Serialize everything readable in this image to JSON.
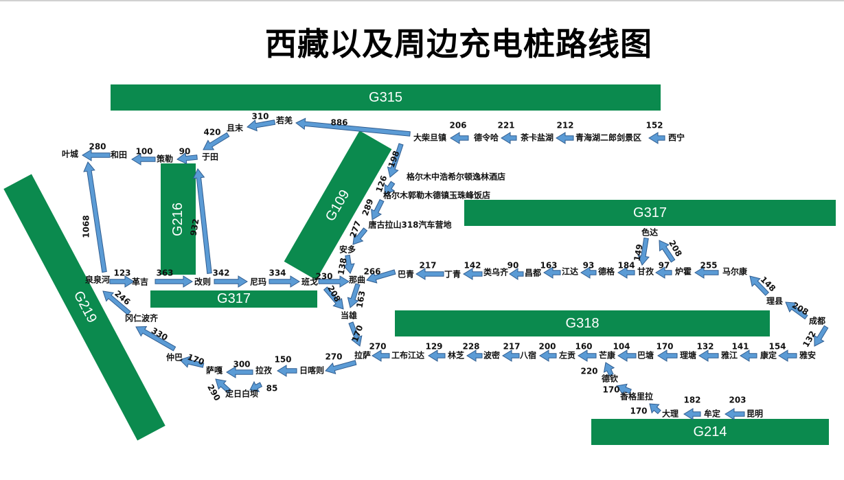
{
  "title": "西藏以及周边充电桩路线图",
  "colors": {
    "highway": "#0b8a4e",
    "arrow_fill": "#5b9bd5",
    "arrow_stroke": "#2f5c8f"
  },
  "highways": {
    "g315": "G315",
    "g317_east": "G317",
    "g317_west": "G317",
    "g318": "G318",
    "g214": "G214",
    "g216": "G216",
    "g109": "G109",
    "g219": "G219"
  },
  "cities": {
    "xining": "西宁",
    "qinghai_lake": "青海湖二郎剑景区",
    "chaka": "茶卡盐湖",
    "delingha": "德令哈",
    "dachaidan": "大柴旦镇",
    "ruoqiang": "若羌",
    "qiemo": "且末",
    "yutian": "于田",
    "cele": "策勒",
    "hetian": "和田",
    "yecheng": "叶城",
    "golmud1": "格尔木中浩希尔顿逸林酒店",
    "golmud2": "格尔木郭勒木德镇玉珠峰饭店",
    "tanggula": "唐古拉山318汽车营地",
    "anduo": "安多",
    "nagqu": "那曲",
    "quanshuihe": "泉泉河",
    "geji": "革吉",
    "gaize": "改则",
    "nima": "尼玛",
    "bange": "班戈",
    "baqing": "巴青",
    "dingqing": "丁青",
    "leiwuqi": "类乌齐",
    "changdu": "昌都",
    "jiangda": "江达",
    "dege": "德格",
    "ganzi": "甘孜",
    "luhuo": "炉霍",
    "seda": "色达",
    "maerkang": "马尔康",
    "lixian": "理县",
    "chengdu": "成都",
    "yaan": "雅安",
    "kangding": "康定",
    "yajiang": "雅江",
    "litang": "理塘",
    "batang": "巴塘",
    "mangkang": "芒康",
    "zuogong": "左贡",
    "basu": "八宿",
    "bomi": "波密",
    "linzhi": "林芝",
    "gongbujiangda": "工布江达",
    "lasa": "拉萨",
    "dangxiong": "当雄",
    "rikaze": "日喀则",
    "lazi": "拉孜",
    "dingri": "定日白坝",
    "saga": "萨嘎",
    "zhongba": "仲巴",
    "gangren": "冈仁波齐",
    "deqin": "德钦",
    "shangri_la": "香格里拉",
    "dali": "大理",
    "mouding": "牟定",
    "kunming": "昆明"
  },
  "distances": {
    "xining_qhl": "152",
    "qhl_chaka": "212",
    "chaka_delingha": "221",
    "delingha_dachaidan": "206",
    "dachaidan_ruoqiang": "886",
    "ruoqiang_qiemo": "310",
    "qiemo_yutian": "420",
    "yutian_cele": "90",
    "cele_hetian": "100",
    "hetian_yecheng": "280",
    "qsh_yecheng": "1068",
    "qsh_geji": "123",
    "geji_gaize": "363",
    "gaize_yutian": "932",
    "gaize_nima": "342",
    "nima_bange": "334",
    "bange_nagqu": "230",
    "dachaidan_golmud": "198",
    "golmud_golmud": "126",
    "golmud_tanggula": "289",
    "tanggula_anduo": "277",
    "anduo_nagqu": "138",
    "baqing_nagqu": "266",
    "dingqing_baqing": "217",
    "leiwuqi_dingqing": "142",
    "changdu_leiwuqi": "90",
    "jiangda_changdu": "163",
    "dege_jiangda": "93",
    "ganzi_dege": "184",
    "luhuo_ganzi": "97",
    "seda_ganzi": "149",
    "luhuo_seda": "208",
    "maerkang_luhuo": "255",
    "lixian_maerkang": "148",
    "chengdu_lixian": "208",
    "chengdu_yaan": "132",
    "yaan_kangding": "154",
    "kangding_yajiang": "141",
    "yajiang_litang": "132",
    "litang_batang": "170",
    "batang_mangkang": "104",
    "mangkang_zuogong": "160",
    "zuogong_basu": "200",
    "basu_bomi": "217",
    "bomi_linzhi": "228",
    "linzhi_gbjd": "129",
    "gbjd_lasa": "270",
    "nagqu_dangxiong": "163",
    "bange_dangxiong": "208",
    "dangxiong_lasa": "170",
    "lasa_rikaze": "270",
    "rikaze_lazi": "150",
    "lazi_saga": "300",
    "lazi_dingri": "85",
    "dingri_saga": "290",
    "saga_zhongba": "170",
    "zhongba_gangren": "330",
    "gangren_qsh": "246",
    "deqin_mangkang": "220",
    "shangri_deqin": "170",
    "dali_shangri": "170",
    "mouding_dali": "182",
    "kunming_mouding": "203"
  }
}
